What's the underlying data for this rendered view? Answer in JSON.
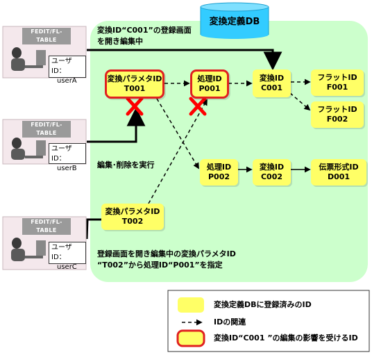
{
  "database": {
    "label": "変換定義DB"
  },
  "users": [
    {
      "panel_label": "FEDIT/FL-TABLE",
      "id_label": "ユーザID：",
      "id_value": "userA"
    },
    {
      "panel_label": "FEDIT/FL-TABLE",
      "id_label": "ユーザID：",
      "id_value": "userB"
    },
    {
      "panel_label": "FEDIT/FL-TABLE",
      "id_label": "ユーザID：",
      "id_value": "userC"
    }
  ],
  "notes": {
    "user_a": [
      "変換ID“C001”の登録画面",
      "を開き編集中"
    ],
    "user_b": [
      "編集･削除を実行"
    ],
    "user_c": [
      "登録画面を開き編集中の変換パラメタID",
      "“T002”から処理ID“P001”を指定"
    ]
  },
  "nodes": {
    "t001": {
      "type": "変換パラメタID",
      "id": "T001",
      "affected": true
    },
    "p001": {
      "type": "処理ID",
      "id": "P001",
      "affected": true
    },
    "c001": {
      "type": "変換ID",
      "id": "C001",
      "affected": false
    },
    "f001": {
      "type": "フラットID",
      "id": "F001",
      "affected": false
    },
    "f002": {
      "type": "フラットID",
      "id": "F002",
      "affected": false
    },
    "p002": {
      "type": "処理ID",
      "id": "P002",
      "affected": false
    },
    "c002": {
      "type": "変換ID",
      "id": "C002",
      "affected": false
    },
    "d001": {
      "type": "伝票形式ID",
      "id": "D001",
      "affected": false
    },
    "t002": {
      "type": "変換パラメタID",
      "id": "T002",
      "affected": false
    }
  },
  "legend": {
    "registered": "変換定義DBに登録済みのID",
    "relation": "IDの関連",
    "affected": "変換ID“C001 ”の編集の影響を受けるID"
  },
  "colors": {
    "area_fill": "#ccffcc",
    "node_fill": "#ffff66",
    "affected_border": "#e02020",
    "db_fill": "#33ccff",
    "cross": "#ff0000"
  }
}
